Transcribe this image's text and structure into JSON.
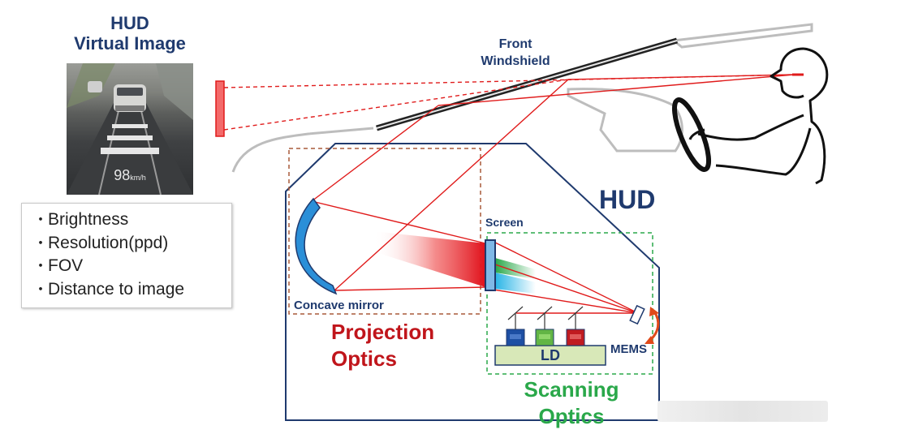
{
  "hud_virtual_image": {
    "line1": "HUD",
    "line2": "Virtual Image"
  },
  "speed": {
    "value": "98",
    "unit": "km/h"
  },
  "features": [
    "Brightness",
    "Resolution(ppd)",
    "FOV",
    "Distance to image"
  ],
  "labels": {
    "front_windshield_1": "Front",
    "front_windshield_2": "Windshield",
    "hud": "HUD",
    "screen": "Screen",
    "concave_mirror": "Concave mirror",
    "projection_optics_1": "Projection",
    "projection_optics_2": "Optics",
    "scanning_optics_1": "Scanning",
    "scanning_optics_2": "Optics",
    "mems": "MEMS",
    "ld": "LD"
  },
  "colors": {
    "navy": "#1f3a6e",
    "ray_red": "#e01b1b",
    "projection_red": "#c0151b",
    "scanning_green": "#2aa84a",
    "mirror_blue": "#2b8fd8",
    "laser_blue": "#1d4fa3",
    "laser_green": "#62b545",
    "laser_red": "#c01b20",
    "ld_fill": "#d8e8b8"
  }
}
